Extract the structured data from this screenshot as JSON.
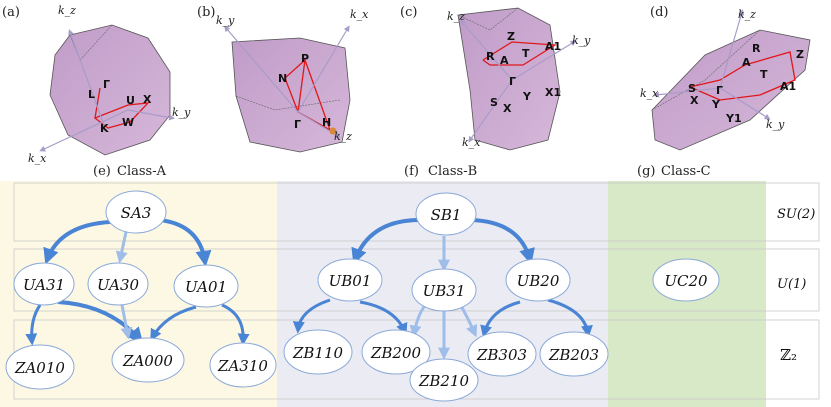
{
  "panels": [
    {
      "tag": "(a)",
      "axes": [
        "k_z",
        "k_x",
        "k_y"
      ],
      "points": [
        "Γ",
        "L",
        "U",
        "X",
        "K",
        "W"
      ]
    },
    {
      "tag": "(b)",
      "axes": [
        "k_y",
        "k_x",
        "k_z"
      ],
      "points": [
        "P",
        "N",
        "Γ",
        "H"
      ]
    },
    {
      "tag": "(c)",
      "axes": [
        "k_z",
        "k_y",
        "k_x"
      ],
      "points": [
        "Z",
        "A",
        "R",
        "T",
        "A1",
        "Γ",
        "S",
        "X",
        "Y",
        "X1"
      ]
    },
    {
      "tag": "(d)",
      "axes": [
        "k_z",
        "k_x",
        "k_y"
      ],
      "points": [
        "R",
        "Z",
        "A",
        "T",
        "A1",
        "S",
        "Γ",
        "X",
        "Y",
        "Y1"
      ]
    }
  ],
  "classes": [
    {
      "tag": "(e)",
      "name": "Class-A"
    },
    {
      "tag": "(f)",
      "name": "Class-B"
    },
    {
      "tag": "(g)",
      "name": "Class-C"
    }
  ],
  "rows": [
    "SU(2)",
    "U(1)",
    "ℤ₂"
  ],
  "nodes": {
    "SA3": "SA3",
    "UA31": "UA31",
    "UA30": "UA30",
    "UA01": "UA01",
    "ZA010": "ZA010",
    "ZA000": "ZA000",
    "ZA310": "ZA310",
    "SB1": "SB1",
    "UB01": "UB01",
    "UB31": "UB31",
    "UB20": "UB20",
    "ZB110": "ZB110",
    "ZB200": "ZB200",
    "ZB210": "ZB210",
    "ZB303": "ZB303",
    "ZB203": "ZB203",
    "UC20": "UC20"
  },
  "colors": {
    "classA_bg": "#fdf8e4",
    "classB_bg": "#ebebf3",
    "classC_bg": "#d8e9c8",
    "arrow_dark": "#4a84d4",
    "arrow_light": "#9fbde9",
    "zone_fill": "#c9a6cf",
    "path_red": "#e0181b"
  }
}
